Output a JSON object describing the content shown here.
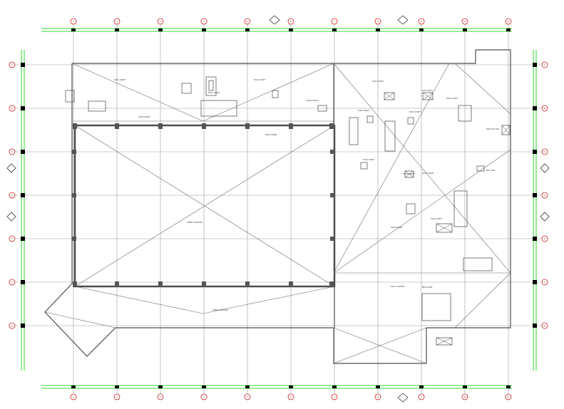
{
  "drawing": {
    "colors": {
      "background": "#ffffff",
      "grid_line": "#9a9a9a",
      "wall": "#4d4d4d",
      "dim_line": "#2fd82f",
      "bubble": "#cc2222",
      "text": "#333333"
    },
    "column_bubble_count": 11,
    "row_bubble_count": 7,
    "column_labels": [
      "1",
      "2",
      "3",
      "4",
      "5",
      "6",
      "7",
      "8",
      "9",
      "10",
      "11"
    ],
    "row_labels": [
      "A",
      "B",
      "C",
      "D",
      "E",
      "F",
      "G"
    ],
    "main_space": {
      "label": "OPEN TO BELOW"
    },
    "annex_labels": {
      "annex_1": "OPEN TO BELOW"
    },
    "equipment_labels": [
      "HVAC SHAFT",
      "HVAC SHAFT",
      "ROOF DRAIN",
      "ELEV. SHAFT",
      "ROOF DRAIN",
      "HVAC SHAFT",
      "HVAC SHAFT",
      "ELEV. SHAFT",
      "HVAC SHAFT",
      "HVAC SHAFT",
      "EXHAUST FAN",
      "HVAC SHAFT",
      "ROOF DRAIN",
      "ROOF DRAIN",
      "HVAC SHAFT",
      "ROOF DRAIN",
      "RTU UNIT",
      "EXIST. LOUVER",
      "ROOF HATCH",
      "MECH UNIT"
    ]
  }
}
